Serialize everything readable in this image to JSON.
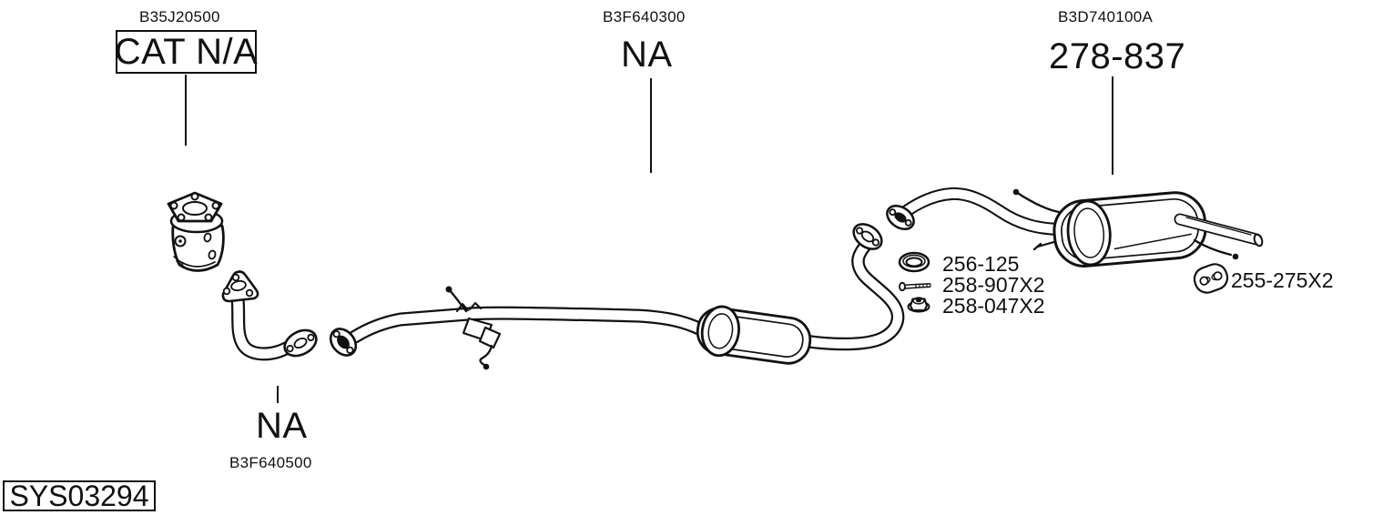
{
  "page": {
    "background": "#ffffff",
    "ink": "#111111"
  },
  "diagram_id": {
    "system_code": "SYS03294"
  },
  "labels": {
    "cat": {
      "code": "B35J20500",
      "part": "CAT N/A",
      "boxed": true
    },
    "center": {
      "code": "B3F640300",
      "part": "NA"
    },
    "rear": {
      "code": "B3D740100A",
      "part": "278-837"
    },
    "front_pipe": {
      "code": "B3F640500",
      "part": "NA"
    }
  },
  "fittings": [
    {
      "icon": "gasket-icon",
      "label": "256-125"
    },
    {
      "icon": "bolt-icon",
      "label": "258-907X2"
    },
    {
      "icon": "nut-icon",
      "label": "258-047X2"
    },
    {
      "icon": "rubber-hanger-icon",
      "label": "255-275X2"
    }
  ],
  "drawing_parts": [
    "catalytic-converter",
    "front-downpipe",
    "center-pipe",
    "center-resonator",
    "rear-pipe",
    "rear-muffler",
    "tailpipe",
    "hanger-rods"
  ]
}
